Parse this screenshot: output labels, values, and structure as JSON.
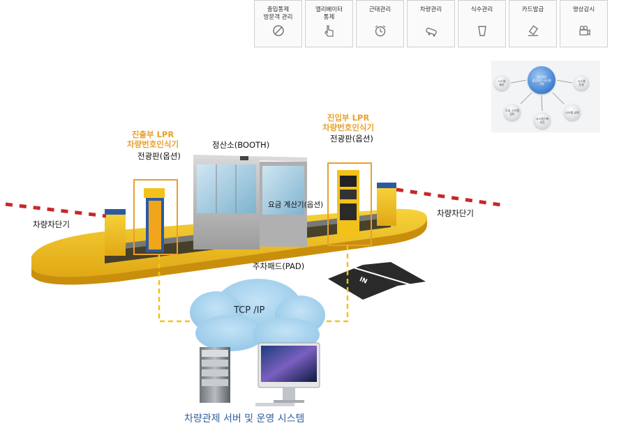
{
  "menu": {
    "items": [
      {
        "label": "출입통제\n방문객 관리",
        "icon": "prohibited-icon"
      },
      {
        "label": "엘리베이터\n통제",
        "icon": "hand-tap-icon"
      },
      {
        "label": "근태관리",
        "icon": "alarm-clock-icon"
      },
      {
        "label": "차량관리",
        "icon": "car-icon"
      },
      {
        "label": "식수관리",
        "icon": "cup-icon"
      },
      {
        "label": "카드발급",
        "icon": "card-icon"
      },
      {
        "label": "영상감시",
        "icon": "camera-icon"
      }
    ]
  },
  "bubbles": {
    "center": "성공적인\n출입보안 시스템\n구축",
    "items": [
      "시스템\n제안",
      "시스템\n운영",
      "도입 시스템\n검토",
      "시스템 교육",
      "시스템구축\n추진"
    ]
  },
  "labels": {
    "exit_lpr": "진출부 LPR\n차량번호인식기",
    "exit_display": "전광판(옵션)",
    "entry_lpr": "진입부 LPR\n차량번호인식기",
    "entry_display": "전광판(옵션)",
    "booth": "정산소(BOOTH)",
    "fare_machine": "요금 계산기(옵션)",
    "barrier_left": "차량차단기",
    "barrier_right": "차량차단기",
    "pad": "주차패드(PAD)",
    "cloud": "TCP /IP",
    "system": "차량관제 서버 및 운영 시스템",
    "road_marking": "IN"
  },
  "colors": {
    "orange": "#e8a02c",
    "yellow": "#f2c21a",
    "cloud": "#a9d3ee",
    "blue_text": "#2f5f9e"
  }
}
